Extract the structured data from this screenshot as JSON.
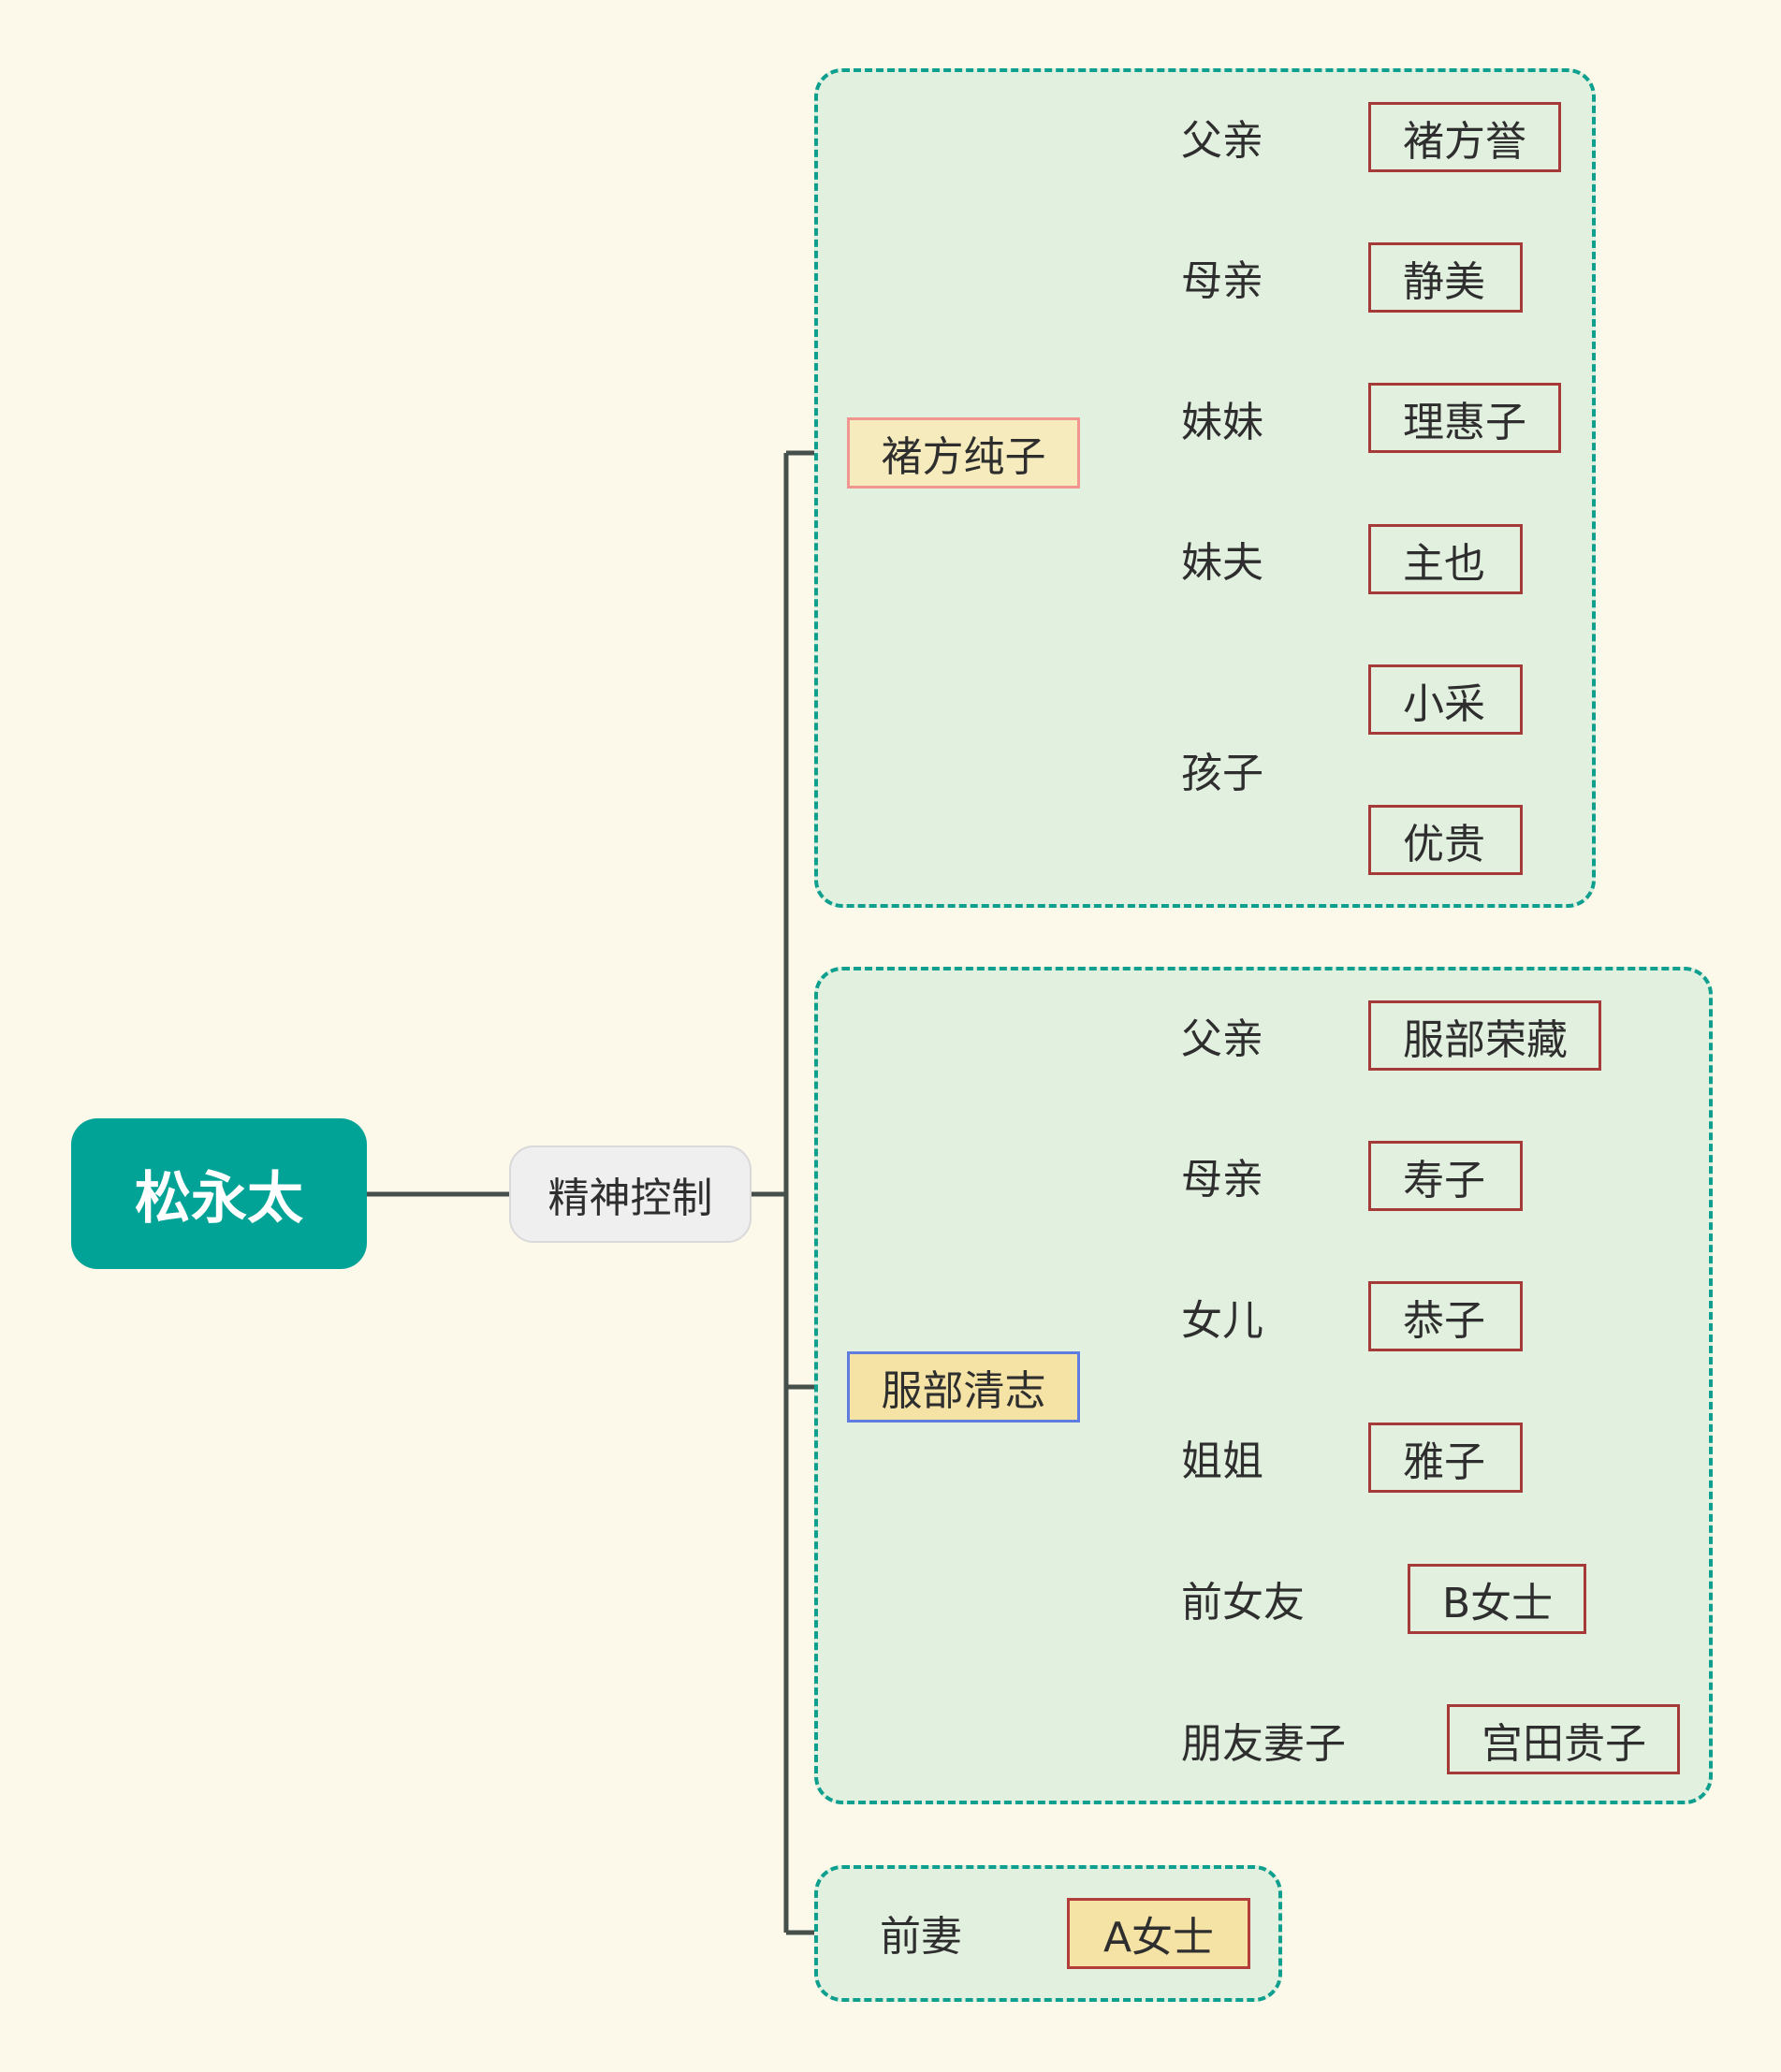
{
  "root": "松永太",
  "hub": "精神控制",
  "branches": [
    {
      "person": "褚方纯子",
      "relations": [
        {
          "label": "父亲",
          "names": [
            "褚方誉"
          ]
        },
        {
          "label": "母亲",
          "names": [
            "静美"
          ]
        },
        {
          "label": "妹妹",
          "names": [
            "理惠子"
          ]
        },
        {
          "label": "妹夫",
          "names": [
            "主也"
          ]
        },
        {
          "label": "孩子",
          "names": [
            "小采",
            "优贵"
          ]
        }
      ]
    },
    {
      "person": "服部清志",
      "relations": [
        {
          "label": "父亲",
          "names": [
            "服部荣藏"
          ]
        },
        {
          "label": "母亲",
          "names": [
            "寿子"
          ]
        },
        {
          "label": "女儿",
          "names": [
            "恭子"
          ]
        },
        {
          "label": "姐姐",
          "names": [
            "雅子"
          ]
        },
        {
          "label": "前女友",
          "names": [
            "B女士"
          ]
        },
        {
          "label": "朋友妻子",
          "names": [
            "宫田贵子"
          ]
        }
      ]
    },
    {
      "relation": "前妻",
      "name": "A女士"
    }
  ],
  "colors": {
    "background": "#fcf9ea",
    "root_fill": "#00a396",
    "group_border": "#0e9f8e",
    "group_fill": "#e2f0df",
    "leaf_border": "#a53a38",
    "line": "#45504c"
  }
}
